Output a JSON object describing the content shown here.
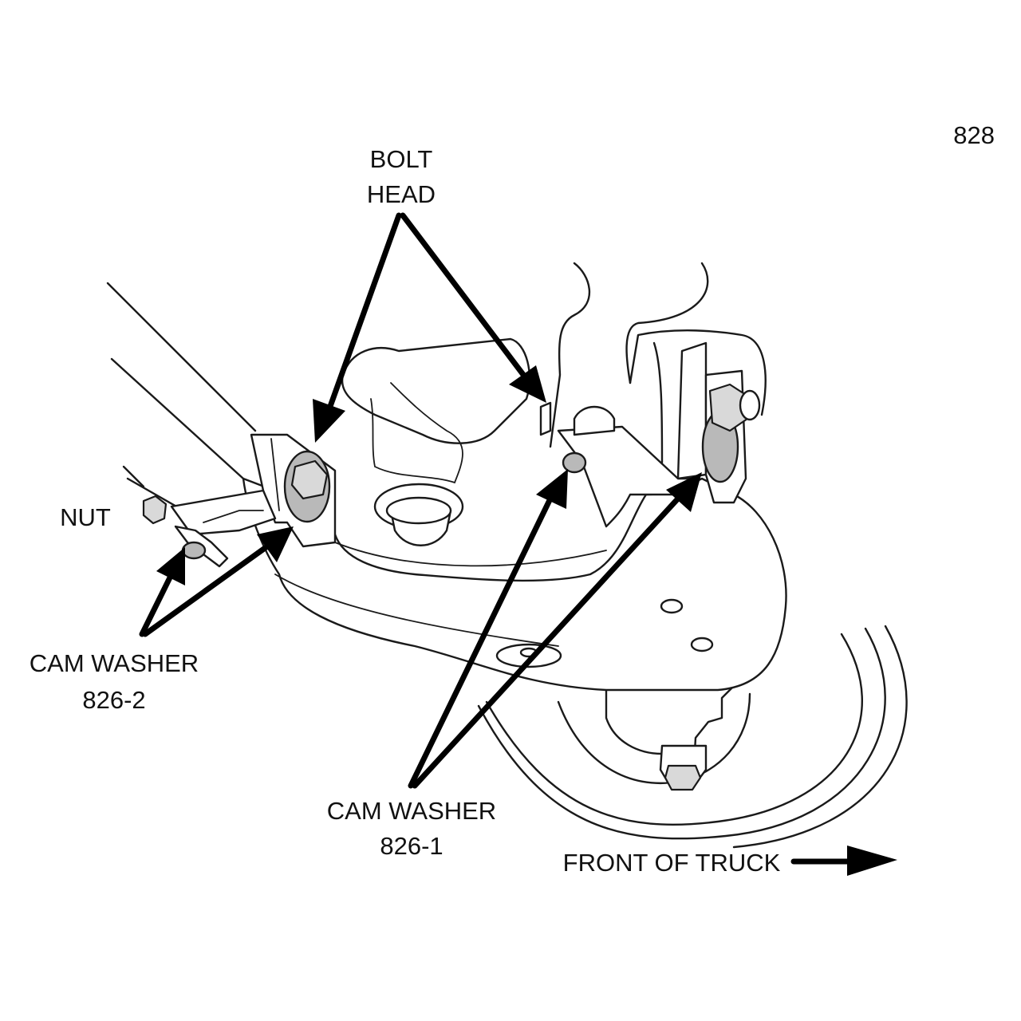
{
  "figure_number": "828",
  "labels": {
    "bolt_head_line1": "BOLT",
    "bolt_head_line2": "HEAD",
    "nut": "NUT",
    "cam_washer_2_line1": "CAM WASHER",
    "cam_washer_2_line2": "826-2",
    "cam_washer_1_line1": "CAM WASHER",
    "cam_washer_1_line2": "826-1",
    "front_of_truck": "FRONT OF TRUCK"
  },
  "colors": {
    "line": "#1a1a1a",
    "washer_fill": "#b9b9b9",
    "background": "#ffffff"
  }
}
